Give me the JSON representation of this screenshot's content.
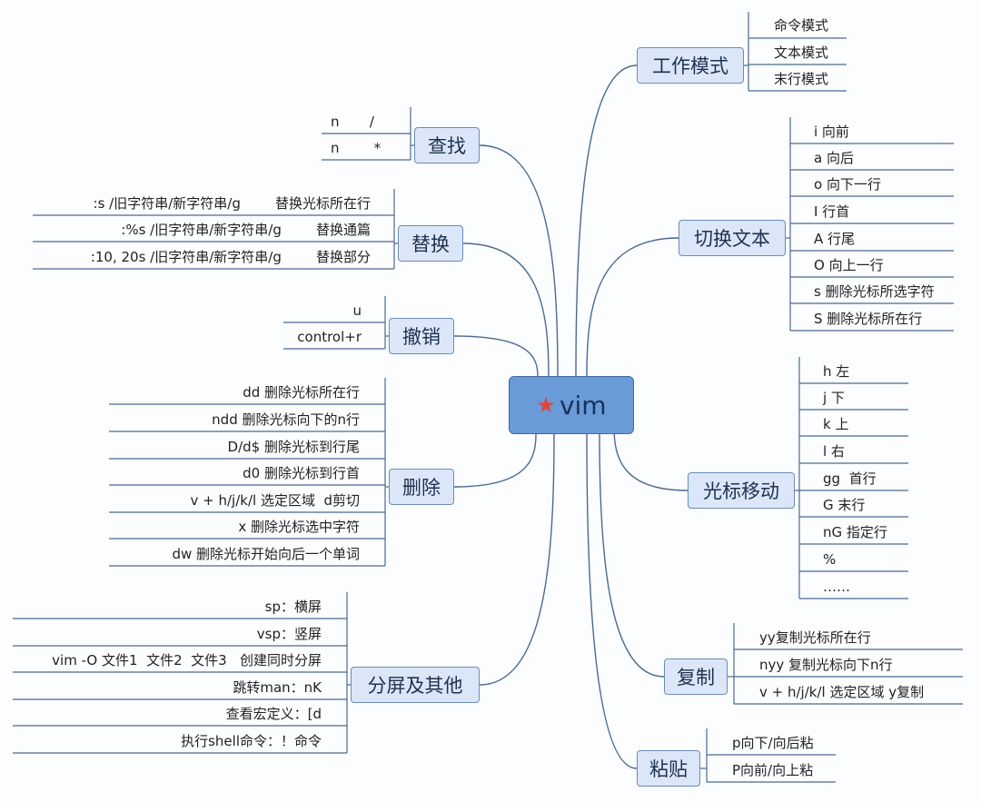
{
  "root": {
    "label": "vim",
    "icon": "star-icon"
  },
  "branches": {
    "mode": {
      "label": "工作模式",
      "items": [
        "命令模式",
        "文本模式",
        "末行模式"
      ]
    },
    "insert": {
      "label": "切换文本",
      "items": [
        "i 向前",
        "a 向后",
        "o 向下一行",
        "I 行首",
        "A 行尾",
        "O 向上一行",
        "s 删除光标所选字符",
        "S 删除光标所在行"
      ]
    },
    "cursor": {
      "label": "光标移动",
      "items": [
        "h 左",
        "j 下",
        "k 上",
        "l 右",
        "gg  首行",
        "G 末行",
        "nG 指定行",
        "%",
        "……"
      ]
    },
    "copy": {
      "label": "复制",
      "items": [
        "yy复制光标所在行",
        "nyy 复制光标向下n行",
        "v + h/j/k/l 选定区域 y复制"
      ]
    },
    "paste": {
      "label": "粘贴",
      "items": [
        "p向下/向后粘",
        "P向前/向上粘"
      ]
    },
    "find": {
      "label": "查找",
      "items": [
        "n       /",
        "n        *"
      ]
    },
    "replace": {
      "label": "替换",
      "items": [
        ":s /旧字符串/新字符串/g        替换光标所在行",
        ":%s /旧字符串/新字符串/g        替换通篇",
        ":10, 20s /旧字符串/新字符串/g        替换部分"
      ]
    },
    "undo": {
      "label": "撤销",
      "items": [
        "u",
        "control+r"
      ]
    },
    "delete": {
      "label": "删除",
      "items": [
        "dd 删除光标所在行",
        "ndd 删除光标向下的n行",
        "D/d$ 删除光标到行尾",
        "d0 删除光标到行首",
        "v + h/j/k/l 选定区域  d剪切",
        "x 删除光标选中字符",
        "dw 删除光标开始向后一个单词"
      ]
    },
    "split": {
      "label": "分屏及其他",
      "items": [
        "sp：横屏",
        "vsp：竖屏",
        "vim -O 文件1  文件2  文件3   创建同时分屏",
        "跳转man：nK",
        "查看宏定义：[d",
        "执行shell命令：！命令"
      ]
    }
  },
  "colors": {
    "root_fill": "#6a9bd8",
    "main_fill": "#dbe7f8",
    "line": "#4a6a90",
    "star": "#e0463a"
  }
}
